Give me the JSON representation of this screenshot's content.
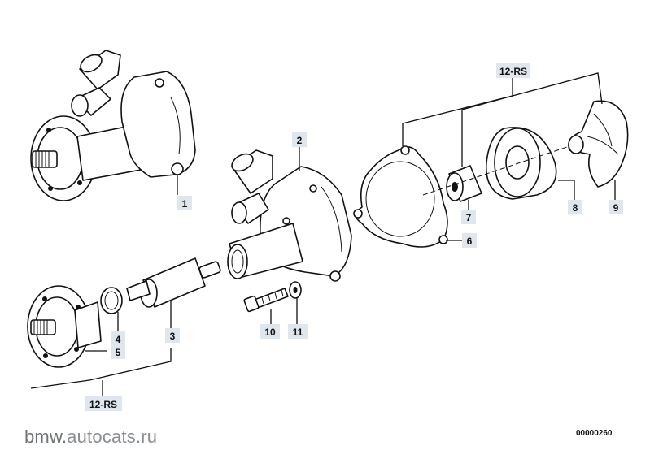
{
  "callouts": [
    {
      "id": "1",
      "text": "1"
    },
    {
      "id": "2",
      "text": "2"
    },
    {
      "id": "3",
      "text": "3"
    },
    {
      "id": "4",
      "text": "4"
    },
    {
      "id": "5",
      "text": "5"
    },
    {
      "id": "6",
      "text": "6"
    },
    {
      "id": "7",
      "text": "7"
    },
    {
      "id": "8",
      "text": "8"
    },
    {
      "id": "9",
      "text": "9"
    },
    {
      "id": "10",
      "text": "10"
    },
    {
      "id": "11",
      "text": "11"
    },
    {
      "id": "12rs_top",
      "text": "12-RS"
    },
    {
      "id": "12rs_bottom",
      "text": "12-RS"
    }
  ],
  "watermark": {
    "brand": "bmw.",
    "domain": "autocats.ru"
  },
  "diagram_code": "00000260"
}
